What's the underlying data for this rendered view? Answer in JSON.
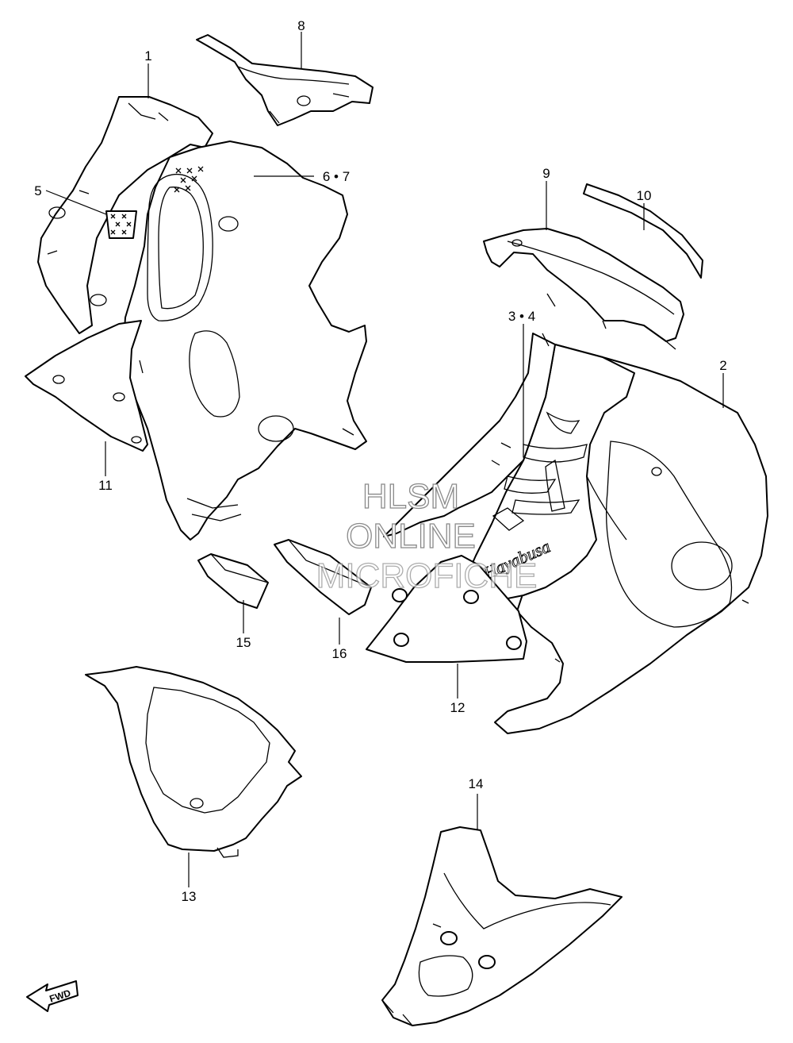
{
  "callouts": {
    "c1": "1",
    "c2": "2",
    "c3_4": "3 • 4",
    "c5": "5",
    "c6_7": "6 • 7",
    "c8": "8",
    "c9": "9",
    "c10": "10",
    "c11": "11",
    "c12": "12",
    "c13": "13",
    "c14": "14",
    "c15": "15",
    "c16": "16"
  },
  "watermark": {
    "line1": "HLSM",
    "line2": "ONLINE",
    "line3": "MICROFICHE"
  },
  "fwd_marker": "FWD",
  "decal_script": "Hayabusa"
}
